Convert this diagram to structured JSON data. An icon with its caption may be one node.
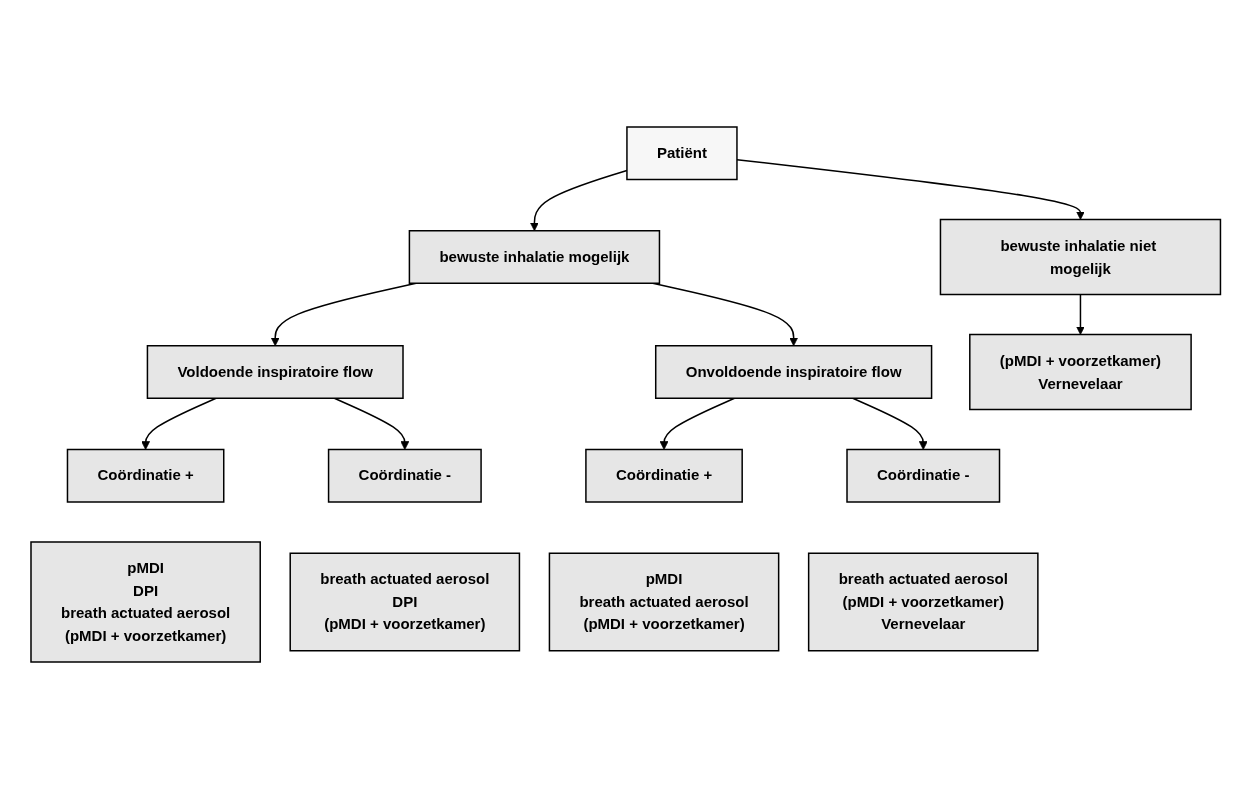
{
  "diagram": {
    "nodes": [
      {
        "text": [
          "Patiënt"
        ]
      },
      {
        "text": [
          "bewuste inhalatie mogelijk"
        ]
      },
      {
        "text": [
          "bewuste inhalatie niet mogelijk"
        ]
      },
      {
        "text": [
          "Voldoende inspiratoire flow"
        ]
      },
      {
        "text": [
          "Onvoldoende inspiratoire flow"
        ]
      },
      {
        "text": [
          "Coördinatie +"
        ]
      },
      {
        "text": [
          "Coördinatie -"
        ]
      },
      {
        "text": [
          "Coördinatie +"
        ]
      },
      {
        "text": [
          "Coördinatie -"
        ]
      },
      {
        "text": [
          "pMDI",
          "DPI",
          "breath actuated aerosol",
          "(pMDI + voorzetkamer)"
        ]
      },
      {
        "text": [
          "breath actuated aerosol",
          "DPI",
          "(pMDI + voorzetkamer)"
        ]
      },
      {
        "text": [
          "pMDI",
          "breath actuated aerosol",
          "(pMDI + voorzetkamer)"
        ]
      },
      {
        "text": [
          "breath actuated aerosol",
          "(pMDI + voorzetkamer)",
          "Vernevelaar"
        ]
      },
      {
        "text": [
          "(pMDI + voorzetkamer)",
          "Vernevelaar"
        ]
      }
    ],
    "edges": [
      {
        "from": 0,
        "to": 1,
        "arrow": "to"
      },
      {
        "from": 0,
        "to": 2,
        "arrow": "to"
      },
      {
        "from": 1,
        "to": 3,
        "arrow": "to"
      },
      {
        "from": 1,
        "to": 4,
        "arrow": "to"
      },
      {
        "from": 3,
        "to": 5,
        "arrow": "to"
      },
      {
        "from": 3,
        "to": 6,
        "arrow": "to"
      },
      {
        "from": 4,
        "to": 7,
        "arrow": "to"
      },
      {
        "from": 4,
        "to": 8,
        "arrow": "to"
      },
      {
        "from": 2,
        "to": 13,
        "arrow": "to"
      }
    ]
  }
}
